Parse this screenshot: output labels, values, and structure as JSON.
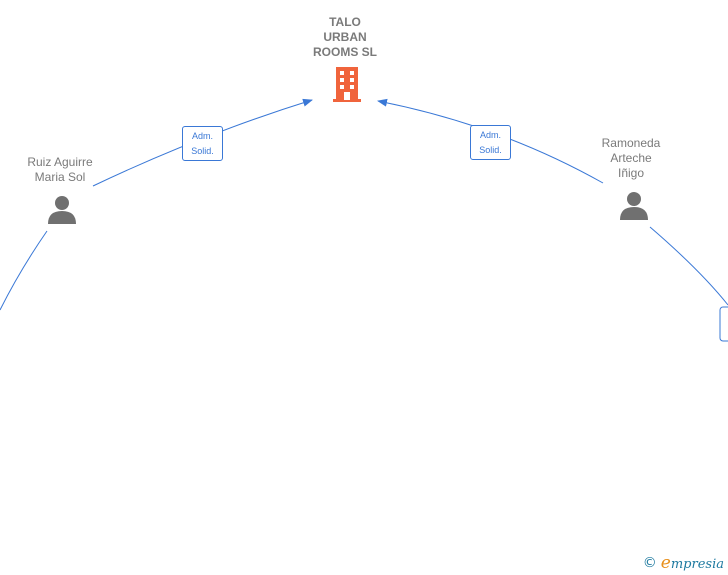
{
  "company": {
    "name_lines": [
      "TALO",
      "URBAN",
      "ROOMS  SL"
    ],
    "icon": "building-icon",
    "color": "#f0643c"
  },
  "people": [
    {
      "name_lines": [
        "Ruiz Aguirre",
        "Maria Sol"
      ],
      "icon": "person-icon"
    },
    {
      "name_lines": [
        "Ramoneda",
        "Arteche",
        "Iñigo"
      ],
      "icon": "person-icon"
    }
  ],
  "relations": [
    {
      "from": "Ruiz Aguirre Maria Sol",
      "to": "TALO URBAN ROOMS SL",
      "role_lines": [
        "Adm.",
        "Solid."
      ]
    },
    {
      "from": "Ramoneda Arteche Iñigo",
      "to": "TALO URBAN ROOMS SL",
      "role_lines": [
        "Adm.",
        "Solid."
      ]
    }
  ],
  "footer": {
    "copyright_symbol": "©",
    "brand_initial": "e",
    "brand_rest": "mpresia"
  },
  "colors": {
    "edge": "#3a78d6",
    "person": "#707070",
    "text": "#7a7a7a"
  }
}
